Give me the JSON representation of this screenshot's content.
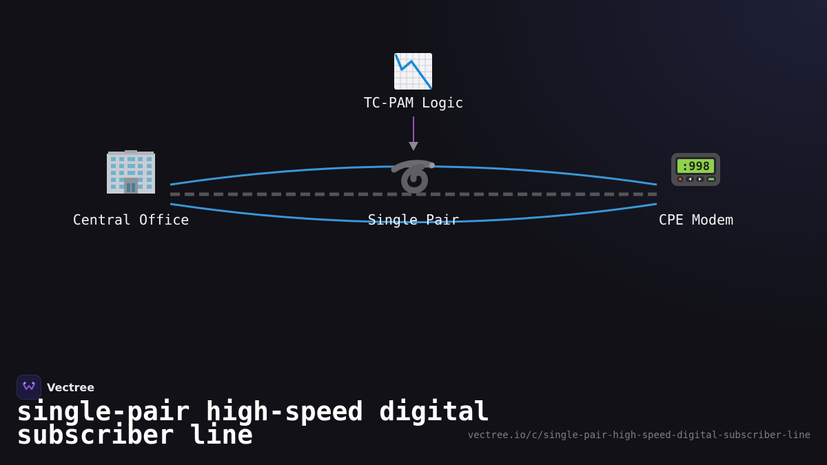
{
  "diagram": {
    "nodes": [
      {
        "id": "co",
        "label": "Central Office",
        "icon": "office-building-icon"
      },
      {
        "id": "pair",
        "label": "Single Pair",
        "icon": "twisted-pair-loop-icon"
      },
      {
        "id": "cpe",
        "label": "CPE Modem",
        "icon": "pager-modem-icon"
      },
      {
        "id": "tcpam",
        "label": "TC-PAM Logic",
        "icon": "chart-decreasing-icon"
      }
    ],
    "edges": [
      {
        "from": "co",
        "to": "cpe",
        "style": "dashed",
        "color": "#555559"
      },
      {
        "from": "tcpam",
        "to": "pair",
        "style": "arrow",
        "color": "#9b4fc0"
      }
    ],
    "colors": {
      "signal": "#3a96d8",
      "arrow": "#9b4fc0",
      "dash": "#555559",
      "background": "#111117"
    }
  },
  "branding": {
    "name": "Vectree"
  },
  "title": "single-pair high-speed digital subscriber line",
  "url": "vectree.io/c/single-pair-high-speed-digital-subscriber-line"
}
